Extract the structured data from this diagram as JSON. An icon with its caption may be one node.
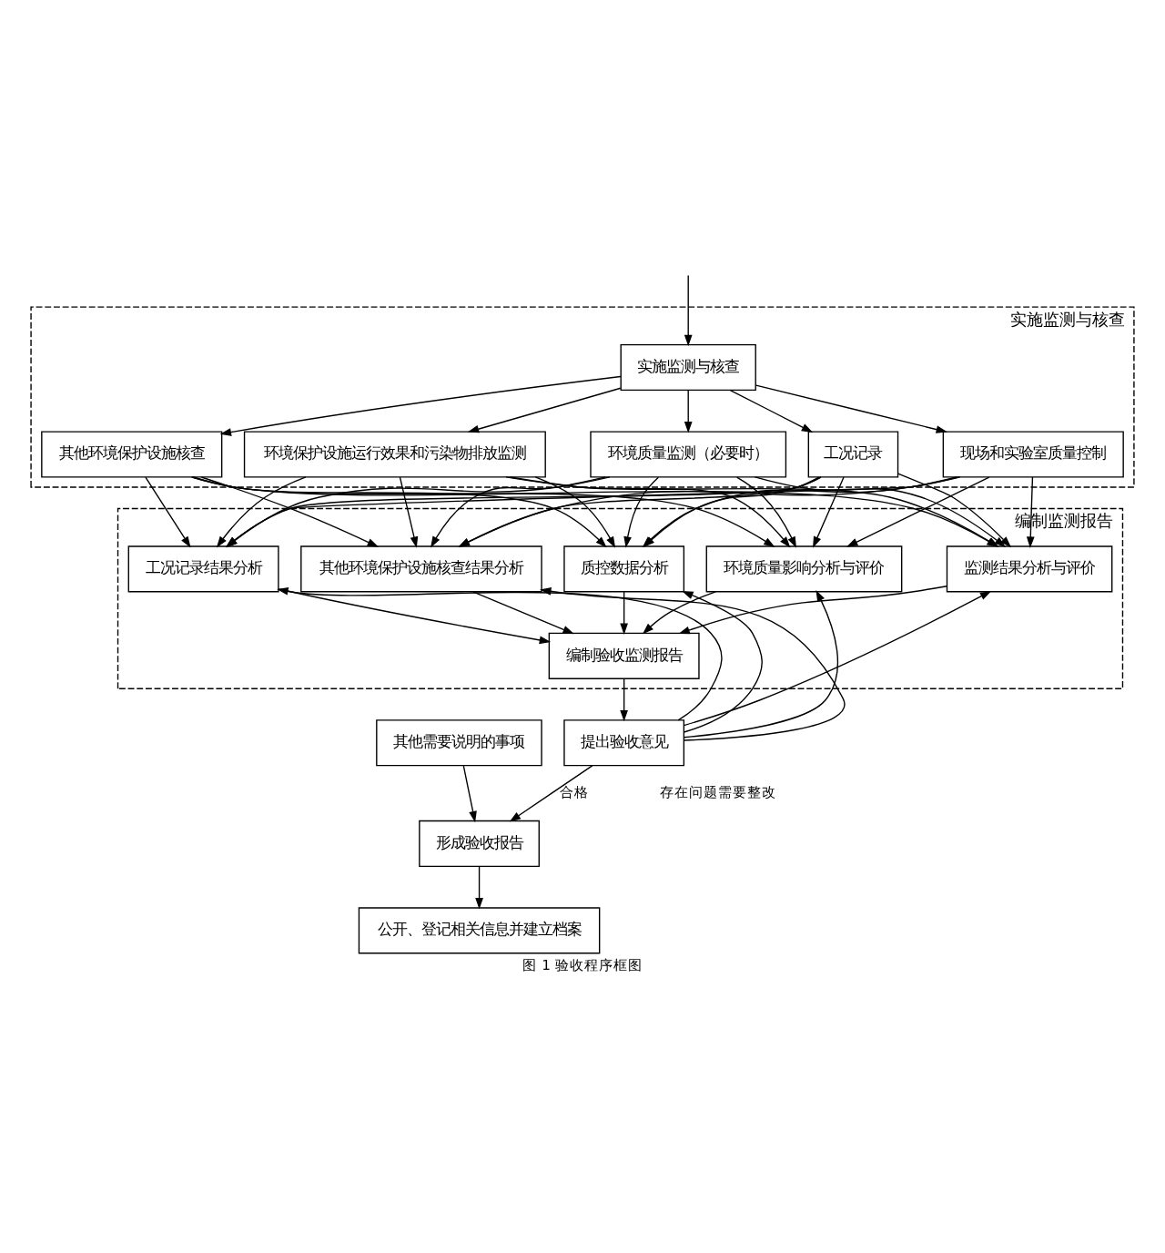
{
  "diagram": {
    "caption": "图 1 验收程序框图",
    "nodes": [
      {
        "text": [
          "实施监测与核查"
        ]
      },
      {
        "text": [
          "实施监测与核查"
        ],
        "in": 0
      },
      {
        "text": [
          "工况记录"
        ],
        "in": 0
      },
      {
        "text": [
          "现场和实验室质量控制"
        ],
        "in": 0
      },
      {
        "text": [
          "环境保护设施运行效果和污染物排放监测"
        ],
        "in": 0
      },
      {
        "text": [
          "环境质量监测（必要时）"
        ],
        "in": 0
      },
      {
        "text": [
          "其他环境保护设施核查"
        ],
        "in": 0
      },
      {
        "text": [
          "编制监测报告"
        ]
      },
      {
        "text": [
          "工况记录结果分析"
        ],
        "in": 7
      },
      {
        "text": [
          "质控数据分析"
        ],
        "in": 7
      },
      {
        "text": [
          "监测结果分析与评价"
        ],
        "in": 7
      },
      {
        "text": [
          "环境质量影响分析与评价"
        ],
        "in": 7
      },
      {
        "text": [
          "其他环境保护设施核查结果分析"
        ],
        "in": 7
      },
      {
        "text": [
          "编制验收监测报告"
        ],
        "in": 7
      },
      {
        "text": [
          "提出验收意见"
        ]
      },
      {
        "text": [
          "其他需要说明的事项"
        ]
      },
      {
        "text": [
          "形成验收报告"
        ]
      },
      {
        "text": [
          "公开、登记相关信息并建立档案"
        ]
      }
    ],
    "edges": [
      {
        "from": null,
        "to": 1,
        "arrow": "to"
      },
      {
        "from": 1,
        "to": 2,
        "arrow": "to"
      },
      {
        "from": 1,
        "to": 3,
        "arrow": "to"
      },
      {
        "from": 1,
        "to": 4,
        "arrow": "to"
      },
      {
        "from": 1,
        "to": 5,
        "arrow": "to"
      },
      {
        "from": 1,
        "to": 6,
        "arrow": "to"
      },
      {
        "from": 2,
        "to": 8,
        "arrow": "to"
      },
      {
        "from": 2,
        "to": 9,
        "arrow": "to"
      },
      {
        "from": 2,
        "to": 10,
        "arrow": "to"
      },
      {
        "from": 2,
        "to": 11,
        "arrow": "to"
      },
      {
        "from": 2,
        "to": 12,
        "arrow": "to"
      },
      {
        "from": 3,
        "to": 8,
        "arrow": "to"
      },
      {
        "from": 3,
        "to": 9,
        "arrow": "to"
      },
      {
        "from": 3,
        "to": 10,
        "arrow": "to"
      },
      {
        "from": 3,
        "to": 11,
        "arrow": "to"
      },
      {
        "from": 3,
        "to": 12,
        "arrow": "to"
      },
      {
        "from": 4,
        "to": 8,
        "arrow": "to"
      },
      {
        "from": 4,
        "to": 9,
        "arrow": "to"
      },
      {
        "from": 4,
        "to": 10,
        "arrow": "to"
      },
      {
        "from": 4,
        "to": 11,
        "arrow": "to"
      },
      {
        "from": 4,
        "to": 12,
        "arrow": "to"
      },
      {
        "from": 5,
        "to": 8,
        "arrow": "to"
      },
      {
        "from": 5,
        "to": 9,
        "arrow": "to"
      },
      {
        "from": 5,
        "to": 10,
        "arrow": "to"
      },
      {
        "from": 5,
        "to": 11,
        "arrow": "to"
      },
      {
        "from": 5,
        "to": 12,
        "arrow": "to"
      },
      {
        "from": 6,
        "to": 8,
        "arrow": "to"
      },
      {
        "from": 6,
        "to": 9,
        "arrow": "to"
      },
      {
        "from": 6,
        "to": 10,
        "arrow": "to"
      },
      {
        "from": 6,
        "to": 11,
        "arrow": "to"
      },
      {
        "from": 6,
        "to": 12,
        "arrow": "to"
      },
      {
        "from": 8,
        "to": 13,
        "arrow": "to"
      },
      {
        "from": 9,
        "to": 13,
        "arrow": "to"
      },
      {
        "from": 10,
        "to": 13,
        "arrow": "to"
      },
      {
        "from": 11,
        "to": 13,
        "arrow": "to"
      },
      {
        "from": 12,
        "to": 13,
        "arrow": "to"
      },
      {
        "from": 13,
        "to": 14,
        "arrow": "to"
      },
      {
        "from": 14,
        "to": 16,
        "arrow": "to",
        "label": "合格"
      },
      {
        "from": 14,
        "to": 8,
        "arrow": "to"
      },
      {
        "from": 14,
        "to": 9,
        "arrow": "to"
      },
      {
        "from": 14,
        "to": 10,
        "arrow": "to"
      },
      {
        "from": 14,
        "to": 11,
        "arrow": "to"
      },
      {
        "from": 14,
        "to": 12,
        "arrow": "to",
        "label": "存在问题需要整改"
      },
      {
        "from": 15,
        "to": 16,
        "arrow": "to"
      },
      {
        "from": 16,
        "to": 17,
        "arrow": "to"
      }
    ]
  }
}
